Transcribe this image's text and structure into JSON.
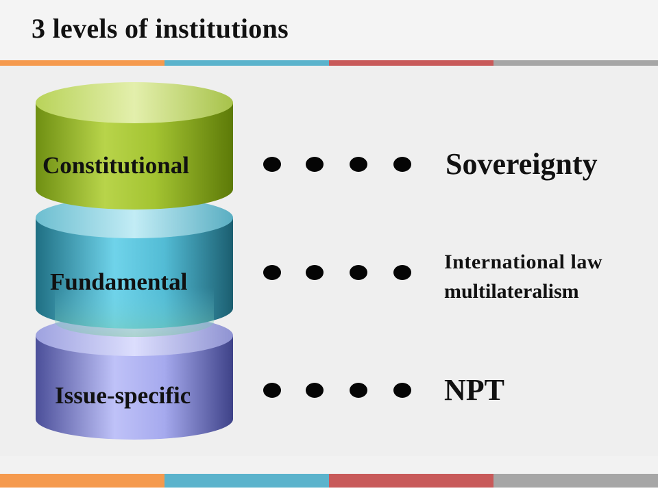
{
  "slide": {
    "title": "3 levels of institutions"
  },
  "colors": {
    "stripe": [
      "#f59a4e",
      "#5bb3cc",
      "#c85a5a",
      "#a6a6a6"
    ],
    "constitutional": "#9bbd2c",
    "fundamental": "#2f95ad",
    "issue_specific": "#8a8fd8"
  },
  "levels": [
    {
      "label": "Constitutional",
      "term": "Sovereignty"
    },
    {
      "label": "Fundamental",
      "term_lines": [
        "International law",
        "multilateralism"
      ]
    },
    {
      "label": "Issue-specific",
      "term": "NPT"
    }
  ]
}
